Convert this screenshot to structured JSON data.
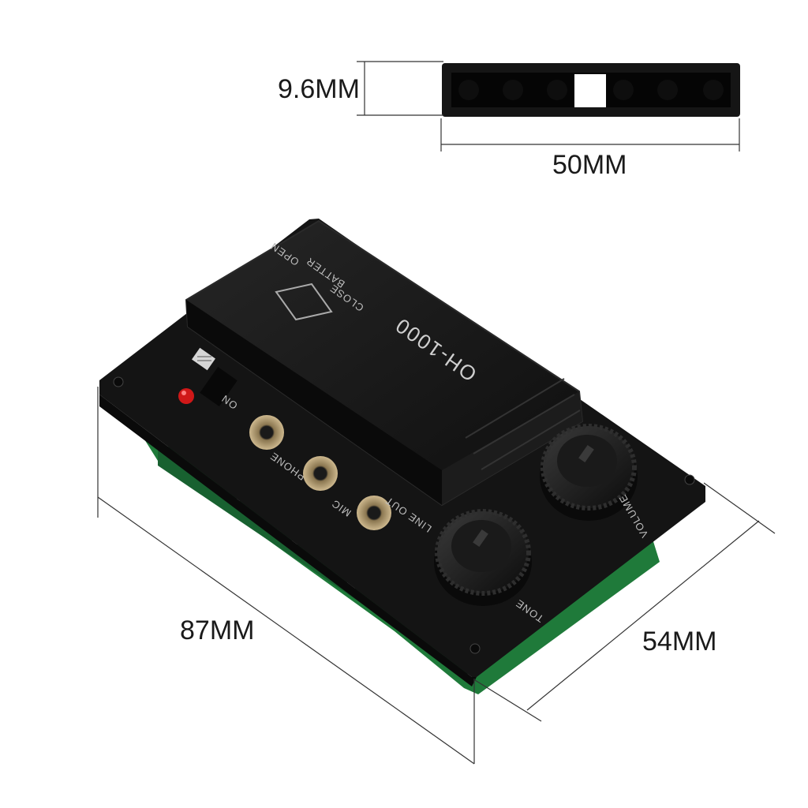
{
  "dimensions": {
    "thickness": "9.6MM",
    "side_width": "50MM",
    "length": "87MM",
    "width": "54MM"
  },
  "panel": {
    "model": "OH-1000",
    "battery_cover": {
      "batter": "BATTER",
      "open": "OPEN",
      "close": "CLOSE"
    },
    "switch_on": "ON",
    "jack_phone": "PHONE",
    "jack_mic": "MIC",
    "jack_line_out": "LINE OUT",
    "knob_volume": "VOLUME",
    "knob_tone": "TONE"
  },
  "colors": {
    "panel": "#141414",
    "pcb": "#1f7a3a",
    "led": "#d01818",
    "jack": "#b9a27a",
    "background": "#ffffff"
  }
}
